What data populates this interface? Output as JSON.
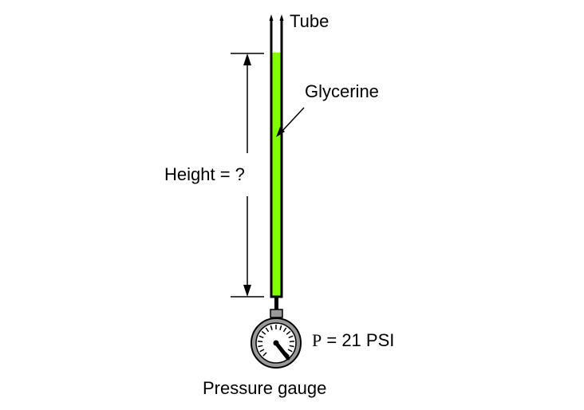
{
  "labels": {
    "tube": "Tube",
    "glycerine": "Glycerine",
    "height": "Height = ?",
    "pressure_symbol": "P",
    "pressure_value": " = 21 PSI",
    "gauge": "Pressure gauge"
  },
  "colors": {
    "glycerine": "#7fff00",
    "gauge_face": "#999999",
    "line": "#000000",
    "background": "#ffffff"
  },
  "gauge": {
    "reading_psi": 21
  }
}
